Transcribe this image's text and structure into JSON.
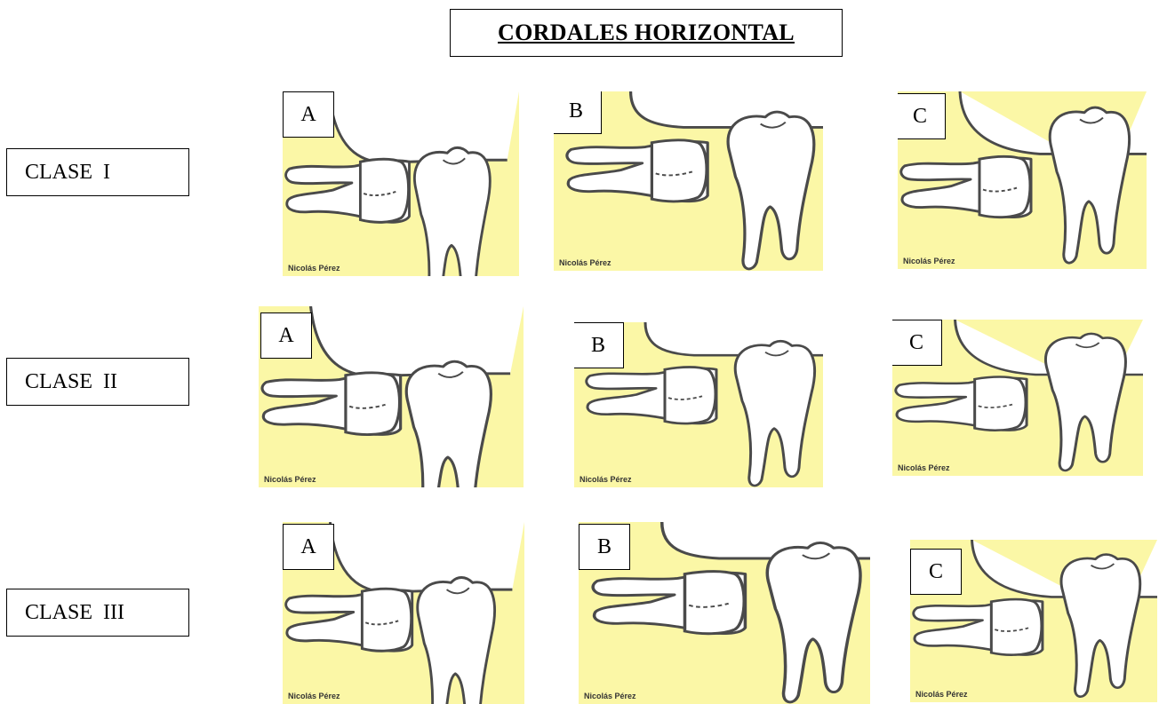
{
  "title": "CORDALES HORIZONTAL",
  "colors": {
    "background": "#ffffff",
    "panel_fill": "#fbf7a6",
    "tooth_fill": "#ffffff",
    "outline": "#4a4a4a"
  },
  "rows": [
    {
      "label": "CLASE  I",
      "panels": [
        {
          "letter": "A",
          "credit": "Nicolás Pérez"
        },
        {
          "letter": "B",
          "credit": "Nicolás Pérez"
        },
        {
          "letter": "C",
          "credit": "Nicolás Pérez"
        }
      ]
    },
    {
      "label": "CLASE  II",
      "panels": [
        {
          "letter": "A",
          "credit": "Nicolás Pérez"
        },
        {
          "letter": "B",
          "credit": "Nicolás Pérez"
        },
        {
          "letter": "C",
          "credit": "Nicolás Pérez"
        }
      ]
    },
    {
      "label": "CLASE  III",
      "panels": [
        {
          "letter": "A",
          "credit": "Nicolás Pérez"
        },
        {
          "letter": "B",
          "credit": "Nicolás Pérez"
        },
        {
          "letter": "C",
          "credit": "Nicolás Pérez"
        }
      ]
    }
  ]
}
